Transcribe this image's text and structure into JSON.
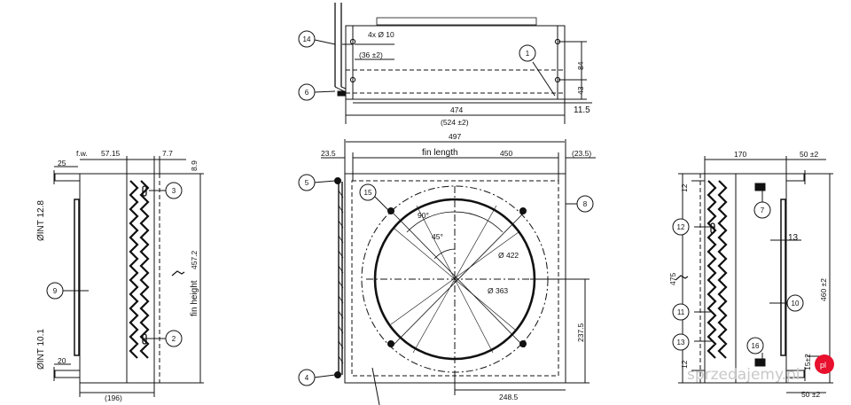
{
  "top_view": {
    "holes_label": "4x Ø 10",
    "pitch_label": "(36 ±2)",
    "height_84": "84",
    "height_43": "43",
    "width_474": "474",
    "width_524": "(524 ±2)",
    "right_11_5": "11.5",
    "balloon_1": "1",
    "balloon_6": "6",
    "balloon_14": "14"
  },
  "front_view": {
    "overall_497": "497",
    "left_23_5": "23.5",
    "fin_length": "fin length",
    "fin_length_450": "450",
    "right_23_5": "(23.5)",
    "angle_90": "90°",
    "angle_45": "45°",
    "dia_422": "Ø 422",
    "dia_363": "Ø 363",
    "height_237_5": "237.5",
    "width_248_5": "248.5",
    "balloon_4": "4",
    "balloon_5": "5",
    "balloon_8": "8",
    "balloon_15": "15"
  },
  "left_view": {
    "fw": "f.w.",
    "d_57_15": "57.15",
    "d_7_7": "7.7",
    "d_8_9": "8.9",
    "d_25": "25",
    "d_20": "20",
    "int_top": "ØINT 12.8",
    "int_bottom": "ØINT 10.1",
    "fin_height_num": "457.2",
    "fin_height": "fin height",
    "width_196": "(196)",
    "balloon_2": "2",
    "balloon_3": "3",
    "balloon_9": "9"
  },
  "right_view": {
    "d_170": "170",
    "d_50_top": "50 ±2",
    "d_12_top": "12",
    "d_475": "475",
    "d_13": "13",
    "d_460": "460 ±2",
    "d_12_bottom": "12",
    "d_15": "15±2",
    "d_50_bottom": "50 ±2",
    "balloon_7": "7",
    "balloon_10": "10",
    "balloon_11": "11",
    "balloon_12": "12",
    "balloon_13": "13",
    "balloon_16": "16"
  },
  "watermark": "sprzedajemy.pl"
}
